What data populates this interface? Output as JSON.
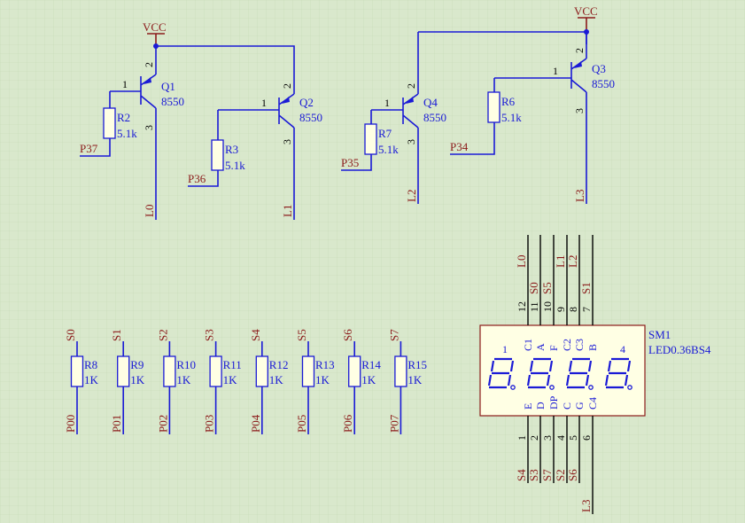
{
  "power": {
    "label": "VCC"
  },
  "transistors": [
    {
      "ref": "Q1",
      "value": "8550",
      "pin_base": "1",
      "pin_emitter": "2",
      "pin_collector": "3"
    },
    {
      "ref": "Q2",
      "value": "8550",
      "pin_base": "1",
      "pin_emitter": "2",
      "pin_collector": "3"
    },
    {
      "ref": "Q3",
      "value": "8550",
      "pin_base": "1",
      "pin_emitter": "2",
      "pin_collector": "3"
    },
    {
      "ref": "Q4",
      "value": "8550",
      "pin_base": "1",
      "pin_emitter": "2",
      "pin_collector": "3"
    }
  ],
  "base_resistors": [
    {
      "ref": "R2",
      "value": "5.1k",
      "net": "P37"
    },
    {
      "ref": "R3",
      "value": "5.1k",
      "net": "P36"
    },
    {
      "ref": "R7",
      "value": "5.1k",
      "net": "P35"
    },
    {
      "ref": "R6",
      "value": "5.1k",
      "net": "P34"
    }
  ],
  "collector_nets": [
    "L0",
    "L1",
    "L2",
    "L3"
  ],
  "segment_resistors": [
    {
      "ref": "R8",
      "value": "1K",
      "top": "S0",
      "bottom": "P00"
    },
    {
      "ref": "R9",
      "value": "1K",
      "top": "S1",
      "bottom": "P01"
    },
    {
      "ref": "R10",
      "value": "1K",
      "top": "S2",
      "bottom": "P02"
    },
    {
      "ref": "R11",
      "value": "1K",
      "top": "S3",
      "bottom": "P03"
    },
    {
      "ref": "R12",
      "value": "1K",
      "top": "S4",
      "bottom": "P04"
    },
    {
      "ref": "R13",
      "value": "1K",
      "top": "S5",
      "bottom": "P05"
    },
    {
      "ref": "R14",
      "value": "1K",
      "top": "S6",
      "bottom": "P06"
    },
    {
      "ref": "R15",
      "value": "1K",
      "top": "S7",
      "bottom": "P07"
    }
  ],
  "display": {
    "ref": "SM1",
    "part": "LED0.36BS4",
    "digit_numbers": [
      "1",
      "4"
    ],
    "top_pins": [
      {
        "num": "12",
        "seg": "C1",
        "net": "L0"
      },
      {
        "num": "11",
        "seg": "A",
        "net": "S0"
      },
      {
        "num": "10",
        "seg": "F",
        "net": "S5"
      },
      {
        "num": "9",
        "seg": "C2",
        "net": "L1"
      },
      {
        "num": "8",
        "seg": "C3",
        "net": "L2"
      },
      {
        "num": "7",
        "seg": "B",
        "net": "S1"
      }
    ],
    "bottom_pins": [
      {
        "num": "1",
        "seg": "E",
        "net": "S4"
      },
      {
        "num": "2",
        "seg": "D",
        "net": "S3"
      },
      {
        "num": "3",
        "seg": "DP",
        "net": "S7"
      },
      {
        "num": "4",
        "seg": "C",
        "net": "S2"
      },
      {
        "num": "5",
        "seg": "G",
        "net": "S6"
      },
      {
        "num": "6",
        "seg": "C4",
        "net": "L3"
      }
    ]
  },
  "colors": {
    "background": "#d9e8cc",
    "wire": "#1a1ad6",
    "net_label": "#8b1a1a",
    "body_fill": "#ffffe4"
  }
}
